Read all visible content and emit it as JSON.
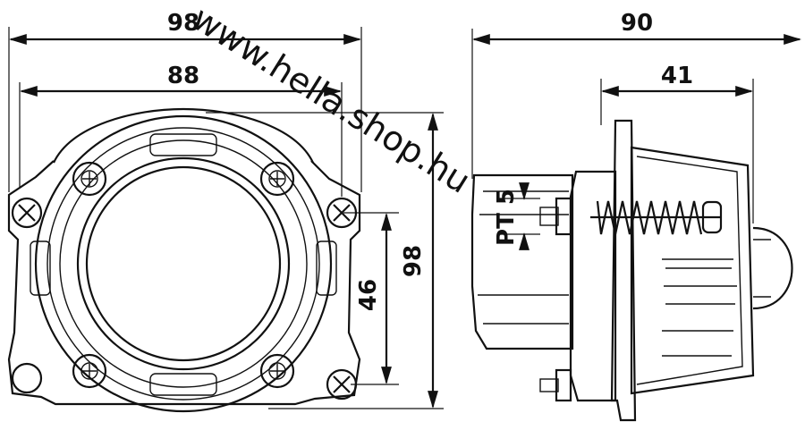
{
  "dimensions": {
    "front_outer_width": "98",
    "front_inner_width": "88",
    "front_height": "98",
    "front_center_offset": "46",
    "side_total_depth": "90",
    "side_partial_depth": "41",
    "side_thread": "PT 5"
  },
  "watermark": "www.hella.shop.hu"
}
